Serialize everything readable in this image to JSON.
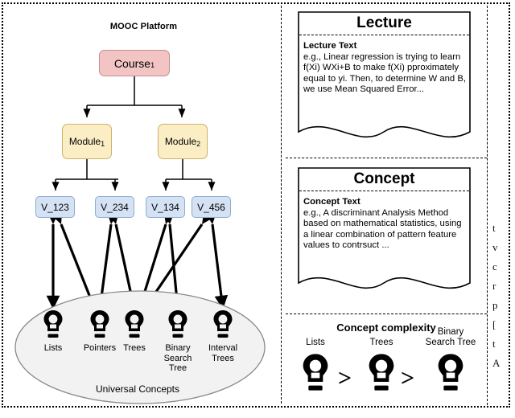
{
  "figure": {
    "left_panel": {
      "title": "MOOC Platform",
      "course_node": {
        "label": "Course",
        "sub": "1"
      },
      "modules": [
        {
          "id": "module-1",
          "label": "Module",
          "sub": "1"
        },
        {
          "id": "module-2",
          "label": "Module",
          "sub": "2"
        }
      ],
      "videos": [
        {
          "id": "v-123",
          "label": "V_123"
        },
        {
          "id": "v-234",
          "label": "V_234"
        },
        {
          "id": "v-134",
          "label": "V_134"
        },
        {
          "id": "v-456",
          "label": "V_456"
        }
      ],
      "ellipse_label": "Universal Concepts",
      "concepts": [
        {
          "id": "concept-lists",
          "label": "Lists",
          "icon": "lightbulb-icon"
        },
        {
          "id": "concept-pointers",
          "label": "Pointers",
          "icon": "lightbulb-icon"
        },
        {
          "id": "concept-trees",
          "label": "Trees",
          "icon": "lightbulb-icon"
        },
        {
          "id": "concept-bst",
          "label": "Binary\nSearch\nTree",
          "icon": "lightbulb-icon"
        },
        {
          "id": "concept-interval",
          "label": "Interval\nTrees",
          "icon": "lightbulb-icon"
        }
      ]
    },
    "lecture_card": {
      "title": "Lecture",
      "body_heading": "Lecture Text",
      "body_text": "e.g., Linear regression is trying to learn f(Xi)  WXi+B to make f(Xi) pproximately equal to yi. Then, to determine W and B, we use Mean Squared Error..."
    },
    "concept_card": {
      "title": "Concept",
      "body_heading": "Concept Text",
      "body_text": "e.g., A discriminant Analysis Method based on mathematical statistics, using a linear combination of pattern feature values to contrsuct ..."
    },
    "complexity_panel": {
      "title": "Concept complexity",
      "items": [
        {
          "label": "Lists",
          "icon": "lightbulb-icon"
        },
        {
          "label": "Trees",
          "icon": "lightbulb-icon"
        },
        {
          "label": "Binary\nSearch Tree",
          "icon": "lightbulb-icon"
        }
      ],
      "operators": [
        ">",
        ">"
      ]
    },
    "cropped_margin_text": [
      "t",
      "v",
      "c",
      "r",
      "p",
      "[",
      "t",
      "A"
    ],
    "colors": {
      "course_fill": "#f2c4c4",
      "course_stroke": "#c48d8d",
      "module_fill": "#fbeec4",
      "module_stroke": "#ccb16a",
      "video_fill": "#d4e2f4",
      "video_stroke": "#8badd4",
      "ellipse_fill": "#f2f2f2",
      "ellipse_stroke": "#888888",
      "line": "#000000"
    }
  }
}
